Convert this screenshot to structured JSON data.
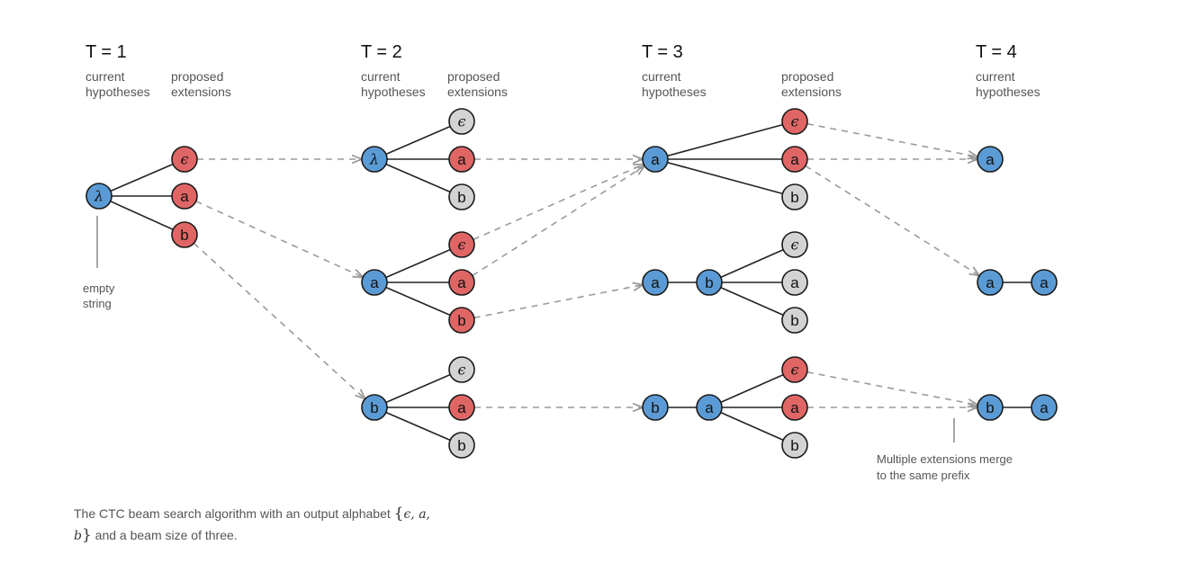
{
  "steps": [
    {
      "title": "T = 1",
      "labels": [
        "current",
        "hypotheses",
        "proposed",
        "extensions"
      ]
    },
    {
      "title": "T = 2",
      "labels": [
        "current",
        "hypotheses",
        "proposed",
        "extensions"
      ]
    },
    {
      "title": "T = 3",
      "labels": [
        "current",
        "hypotheses",
        "proposed",
        "extensions"
      ]
    },
    {
      "title": "T = 4",
      "labels": [
        "current",
        "hypotheses"
      ]
    }
  ],
  "annotations": {
    "empty_string": [
      "empty",
      "string"
    ],
    "merge_note": [
      "Multiple extensions merge",
      "to the same prefix"
    ]
  },
  "caption": {
    "text_before": "The CTC beam search algorithm with an output alphabet ",
    "open_brace": "{",
    "alphabet": "ϵ, a, b",
    "close_brace": "}",
    "text_after": " and a beam size of three."
  },
  "colors": {
    "hypothesis": "#5b9bd5",
    "kept_extension": "#e06666",
    "dropped_extension": "#d3d3d3",
    "node_outline": "#1a1a1a",
    "tree_edge": "#222222",
    "beam_link": "#9a9a9a"
  },
  "nodes": [
    {
      "id": "t1_root",
      "text": "λ",
      "kind": "hypothesis"
    },
    {
      "id": "t1_eps",
      "text": "ϵ",
      "kind": "kept"
    },
    {
      "id": "t1_a",
      "text": "a",
      "kind": "kept"
    },
    {
      "id": "t1_b",
      "text": "b",
      "kind": "kept"
    },
    {
      "id": "t2_h1",
      "text": "λ",
      "kind": "hypothesis"
    },
    {
      "id": "t2_h1_eps",
      "text": "ϵ",
      "kind": "dropped"
    },
    {
      "id": "t2_h1_a",
      "text": "a",
      "kind": "kept"
    },
    {
      "id": "t2_h1_b",
      "text": "b",
      "kind": "dropped"
    },
    {
      "id": "t2_h2",
      "text": "a",
      "kind": "hypothesis"
    },
    {
      "id": "t2_h2_eps",
      "text": "ϵ",
      "kind": "kept"
    },
    {
      "id": "t2_h2_a",
      "text": "a",
      "kind": "kept"
    },
    {
      "id": "t2_h2_b",
      "text": "b",
      "kind": "kept"
    },
    {
      "id": "t2_h3",
      "text": "b",
      "kind": "hypothesis"
    },
    {
      "id": "t2_h3_eps",
      "text": "ϵ",
      "kind": "dropped"
    },
    {
      "id": "t2_h3_a",
      "text": "a",
      "kind": "kept"
    },
    {
      "id": "t2_h3_b",
      "text": "b",
      "kind": "dropped"
    },
    {
      "id": "t3_h1",
      "text": "a",
      "kind": "hypothesis"
    },
    {
      "id": "t3_h1_eps",
      "text": "ϵ",
      "kind": "kept"
    },
    {
      "id": "t3_h1_a",
      "text": "a",
      "kind": "kept"
    },
    {
      "id": "t3_h1_b",
      "text": "b",
      "kind": "dropped"
    },
    {
      "id": "t3_h2_p",
      "text": "a",
      "kind": "hypothesis"
    },
    {
      "id": "t3_h2",
      "text": "b",
      "kind": "hypothesis"
    },
    {
      "id": "t3_h2_eps",
      "text": "ϵ",
      "kind": "dropped"
    },
    {
      "id": "t3_h2_a",
      "text": "a",
      "kind": "dropped"
    },
    {
      "id": "t3_h2_b",
      "text": "b",
      "kind": "dropped"
    },
    {
      "id": "t3_h3_p",
      "text": "b",
      "kind": "hypothesis"
    },
    {
      "id": "t3_h3",
      "text": "a",
      "kind": "hypothesis"
    },
    {
      "id": "t3_h3_eps",
      "text": "ϵ",
      "kind": "kept"
    },
    {
      "id": "t3_h3_a",
      "text": "a",
      "kind": "kept"
    },
    {
      "id": "t3_h3_b",
      "text": "b",
      "kind": "dropped"
    },
    {
      "id": "t4_h1",
      "text": "a",
      "kind": "hypothesis"
    },
    {
      "id": "t4_h2_p",
      "text": "a",
      "kind": "hypothesis"
    },
    {
      "id": "t4_h2",
      "text": "a",
      "kind": "hypothesis"
    },
    {
      "id": "t4_h3_p",
      "text": "b",
      "kind": "hypothesis"
    },
    {
      "id": "t4_h3",
      "text": "a",
      "kind": "hypothesis"
    }
  ],
  "tree_edges": [
    [
      "t1_root",
      "t1_eps"
    ],
    [
      "t1_root",
      "t1_a"
    ],
    [
      "t1_root",
      "t1_b"
    ],
    [
      "t2_h1",
      "t2_h1_eps"
    ],
    [
      "t2_h1",
      "t2_h1_a"
    ],
    [
      "t2_h1",
      "t2_h1_b"
    ],
    [
      "t2_h2",
      "t2_h2_eps"
    ],
    [
      "t2_h2",
      "t2_h2_a"
    ],
    [
      "t2_h2",
      "t2_h2_b"
    ],
    [
      "t2_h3",
      "t2_h3_eps"
    ],
    [
      "t2_h3",
      "t2_h3_a"
    ],
    [
      "t2_h3",
      "t2_h3_b"
    ],
    [
      "t3_h1",
      "t3_h1_eps"
    ],
    [
      "t3_h1",
      "t3_h1_a"
    ],
    [
      "t3_h1",
      "t3_h1_b"
    ],
    [
      "t3_h2_p",
      "t3_h2"
    ],
    [
      "t3_h2",
      "t3_h2_eps"
    ],
    [
      "t3_h2",
      "t3_h2_a"
    ],
    [
      "t3_h2",
      "t3_h2_b"
    ],
    [
      "t3_h3_p",
      "t3_h3"
    ],
    [
      "t3_h3",
      "t3_h3_eps"
    ],
    [
      "t3_h3",
      "t3_h3_a"
    ],
    [
      "t3_h3",
      "t3_h3_b"
    ],
    [
      "t4_h2_p",
      "t4_h2"
    ],
    [
      "t4_h3_p",
      "t4_h3"
    ]
  ],
  "beam_links": [
    [
      "t1_eps",
      "t2_h1"
    ],
    [
      "t1_a",
      "t2_h2"
    ],
    [
      "t1_b",
      "t2_h3"
    ],
    [
      "t2_h1_a",
      "t3_h1"
    ],
    [
      "t2_h2_eps",
      "t3_h1"
    ],
    [
      "t2_h2_a",
      "t3_h1"
    ],
    [
      "t2_h2_b",
      "t3_h2_p"
    ],
    [
      "t2_h3_a",
      "t3_h3_p"
    ],
    [
      "t3_h1_eps",
      "t4_h1"
    ],
    [
      "t3_h1_a",
      "t4_h1"
    ],
    [
      "t3_h1_a",
      "t4_h2_p"
    ],
    [
      "t3_h3_eps",
      "t4_h3_p"
    ],
    [
      "t3_h3_a",
      "t4_h3_p"
    ]
  ]
}
